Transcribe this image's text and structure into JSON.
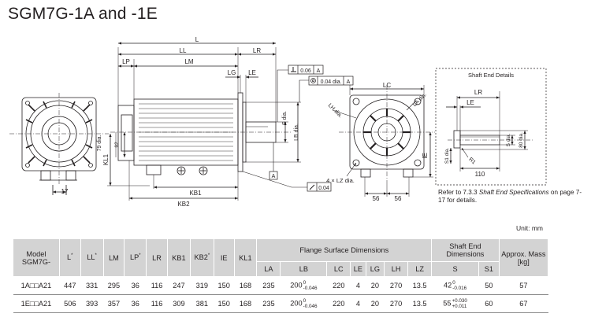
{
  "page": {
    "title": "SGM7G-1A and -1E"
  },
  "drawing": {
    "dim_labels": {
      "L": "L",
      "LL": "LL",
      "LR": "LR",
      "LP": "LP",
      "LM": "LM",
      "LG": "LG",
      "LE": "LE",
      "KB1": "KB1",
      "KB2": "KB2",
      "KL1": "KL1",
      "IE": "IE",
      "LC": "LC",
      "LH_dia": "LH dia.",
      "LA_dia": "LA dia.",
      "LZ": "4 × LZ dia.",
      "S_dia": "S dia.",
      "LB_dia": "LB dia.",
      "dim_79": "79 dia.",
      "dim_17": "17",
      "dim_56a": "56",
      "dim_56b": "56",
      "runout": "0.06",
      "runout_ref": "A",
      "concentric": "0.04 dia.",
      "concentric_ref": "A",
      "square": "0.04",
      "square_ref": "A",
      "datum": "A",
      "datum2": "A",
      "dim_92": "92"
    },
    "shaft_detail": {
      "title": "Shaft End Details",
      "LR": "LR",
      "LE": "LE",
      "dim_110": "110",
      "S_dia": "S dia.",
      "S1_dia": "S1 dia.",
      "dim_80": "80 dia.",
      "R1": "R1"
    }
  },
  "note": {
    "prefix": "Refer to 7.3.3 ",
    "ref_italic": "Shaft End Specifications",
    "suffix": " on page 7-17 for details."
  },
  "unit": "Unit: mm",
  "table": {
    "headers": {
      "model": "Model SGM7G-",
      "L": "L",
      "LL": "LL",
      "LM": "LM",
      "LP": "LP",
      "LR": "LR",
      "KB1": "KB1",
      "KB2": "KB2",
      "IE": "IE",
      "KL1": "KL1",
      "flange": "Flange Surface Dimensions",
      "shaft": "Shaft End Dimensions",
      "mass": "Approx. Mass [kg]",
      "LA": "LA",
      "LB": "LB",
      "LC": "LC",
      "LE": "LE",
      "LG": "LG",
      "LH": "LH",
      "LZ": "LZ",
      "S": "S",
      "S1": "S1",
      "star": "*"
    },
    "rows": [
      {
        "model": "1A□□A21",
        "L": "447",
        "LL": "331",
        "LM": "295",
        "LP": "36",
        "LR": "116",
        "KB1": "247",
        "KB2": "319",
        "IE": "150",
        "KL1": "168",
        "LA": "235",
        "LB": "200",
        "LB_tol_up": "0",
        "LB_tol_lo": "-0.046",
        "LC": "220",
        "LE": "4",
        "LG": "20",
        "LH": "270",
        "LZ": "13.5",
        "S": "42",
        "S_tol_up": "0",
        "S_tol_lo": "-0.016",
        "S1": "50",
        "mass": "57"
      },
      {
        "model": "1E□□A21",
        "L": "506",
        "LL": "393",
        "LM": "357",
        "LP": "36",
        "LR": "116",
        "KB1": "309",
        "KB2": "381",
        "IE": "150",
        "KL1": "168",
        "LA": "235",
        "LB": "200",
        "LB_tol_up": "0",
        "LB_tol_lo": "-0.046",
        "LC": "220",
        "LE": "4",
        "LG": "20",
        "LH": "270",
        "LZ": "13.5",
        "S": "55",
        "S_tol_up": "+0.030",
        "S_tol_lo": "+0.011",
        "S1": "60",
        "mass": "67"
      }
    ]
  }
}
